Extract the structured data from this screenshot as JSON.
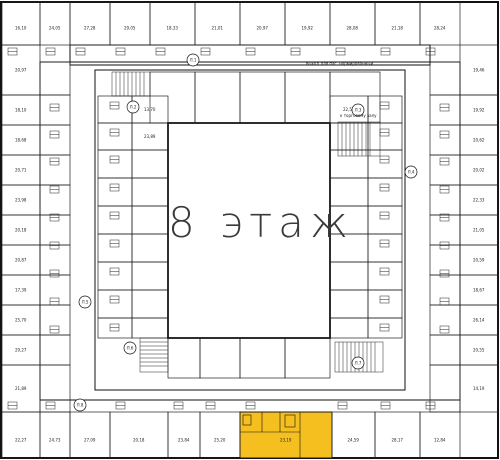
{
  "floor_label": "8  этаж",
  "notes": {
    "top": "выход для пас. нормированный",
    "right": "к торговому залу"
  },
  "highlight_color": "#f5c01f",
  "room_labels": [
    "20,97",
    "19,46",
    "18,10",
    "19,92",
    "18,68",
    "20,62",
    "20,71",
    "20,02",
    "23,98",
    "22,33",
    "20,18",
    "21,05",
    "20,87",
    "20,59",
    "17,39",
    "18,67",
    "25,70",
    "26,14",
    "29,27",
    "20,55",
    "21,89",
    "14,19",
    "16,10",
    "24,05",
    "27,28",
    "29,05",
    "18,33",
    "21,01",
    "20,97",
    "19,92",
    "28,08",
    "21,18",
    "28,24",
    "22,27",
    "24,73",
    "27,09",
    "20,18",
    "23,84",
    "25,20",
    "23,19",
    "24,59",
    "28,17",
    "12,84",
    "13,70",
    "22,51",
    "23,89"
  ],
  "callouts": [
    "Л.1",
    "Л.2",
    "Л.3",
    "Л.4",
    "Л.5",
    "Л.6",
    "Л.7",
    "Л.8"
  ]
}
